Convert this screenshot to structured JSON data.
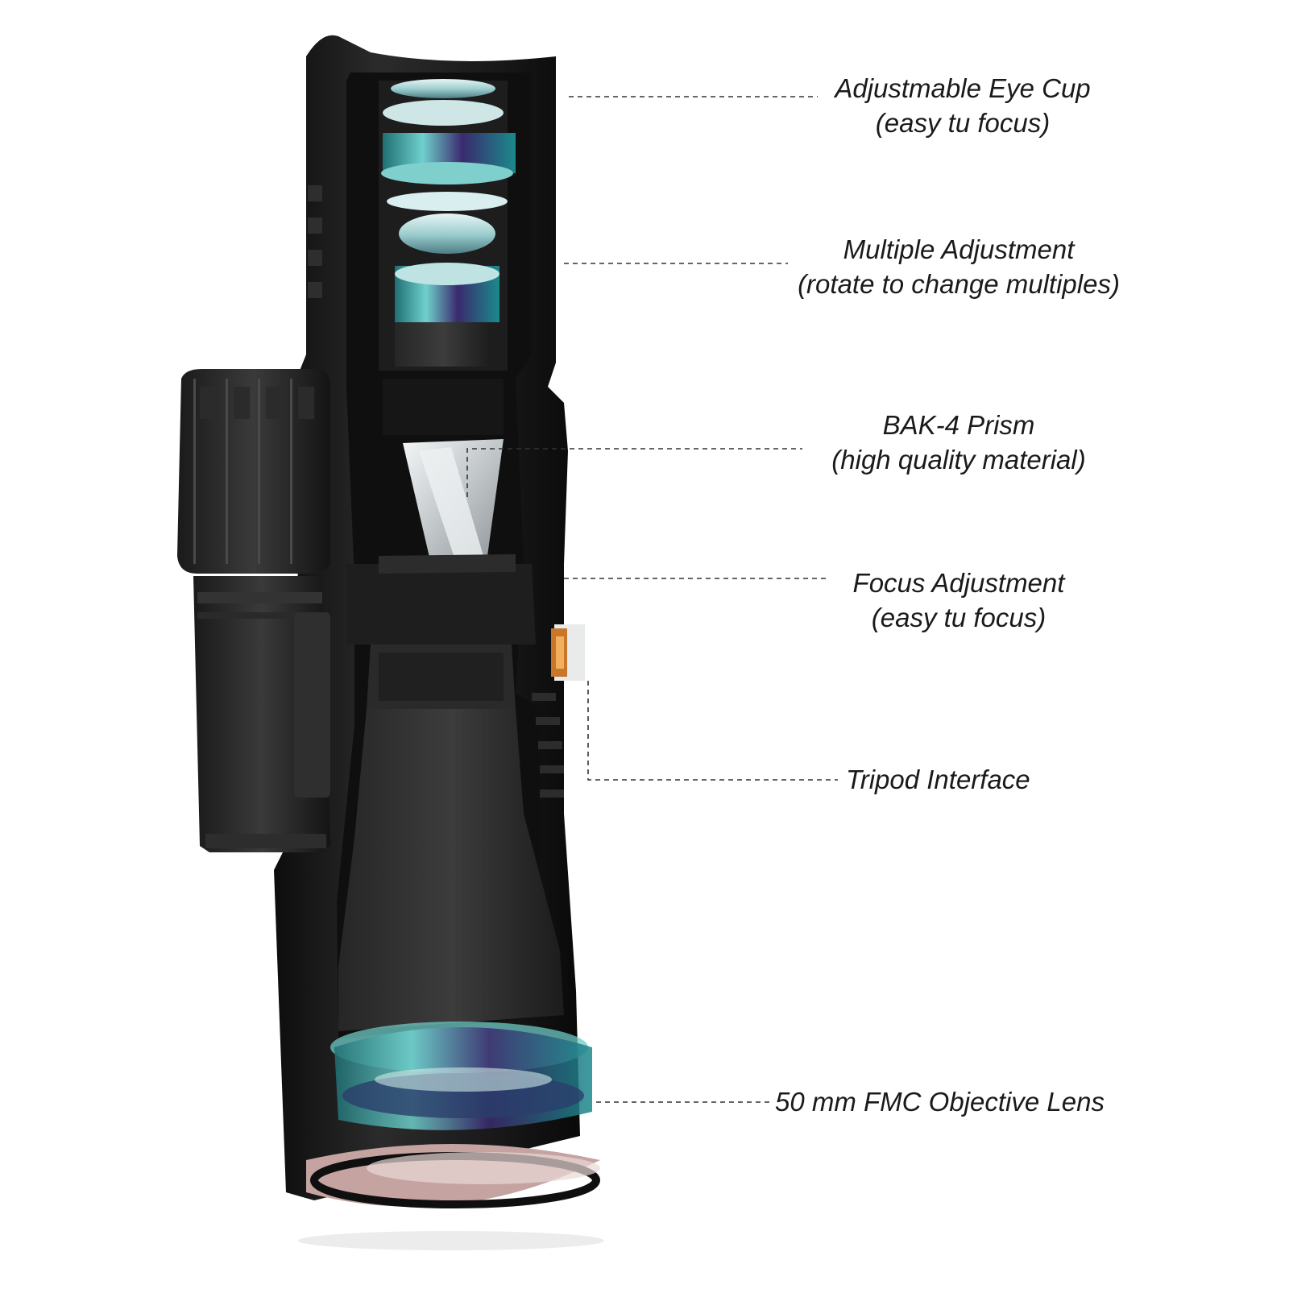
{
  "diagram": {
    "callouts": [
      {
        "id": "eye-cup",
        "line1": "Adjustmable Eye Cup",
        "line2": "(easy tu focus)"
      },
      {
        "id": "multiple-adjustment",
        "line1": "Multiple Adjustment",
        "line2": "(rotate to change multiples)"
      },
      {
        "id": "prism",
        "line1": "BAK-4 Prism",
        "line2": "(high quality material)"
      },
      {
        "id": "focus-adjustment",
        "line1": "Focus Adjustment",
        "line2": "(easy tu focus)"
      },
      {
        "id": "tripod-interface",
        "line1": "Tripod Interface",
        "line2": ""
      },
      {
        "id": "objective-lens",
        "line1": "50 mm FMC Objective Lens",
        "line2": ""
      }
    ],
    "colors": {
      "body": "#1b1b1b",
      "body_highlight": "#3a3a3a",
      "lens_tint": "#3fb3b0",
      "lens_purple": "#4a2a7a",
      "prism": "#d9dde0",
      "brass": "#d98a2a"
    }
  }
}
